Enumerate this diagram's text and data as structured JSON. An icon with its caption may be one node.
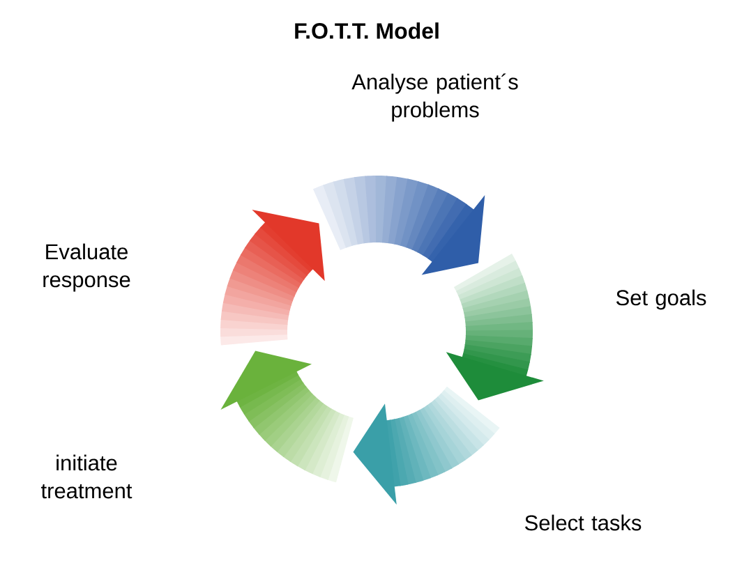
{
  "diagram": {
    "title": "F.O.T.T. Model",
    "labels": [
      "Analyse patient´s problems",
      "Set goals",
      "Select tasks",
      "initiate treatment",
      "Evaluate response"
    ]
  }
}
